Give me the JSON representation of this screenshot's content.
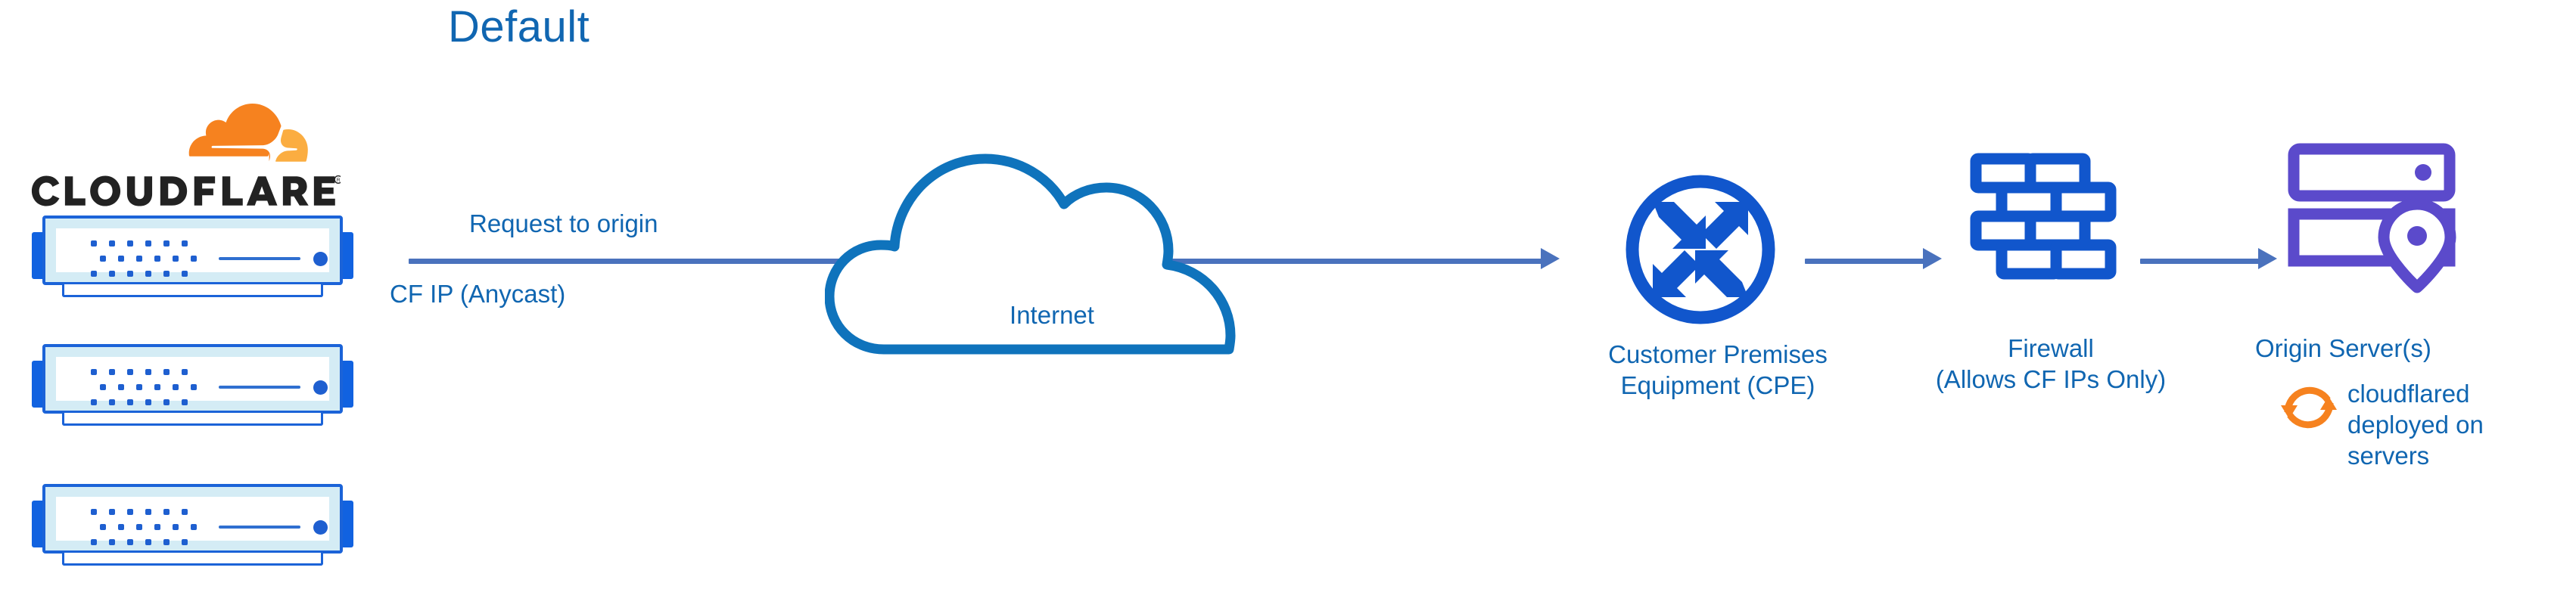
{
  "title": "Default",
  "brand": {
    "logo_name": "cloudflare-logo",
    "wordmark": "CLOUDFLARE",
    "registered_mark": "®",
    "orange": "#F6821F",
    "orange_light": "#FBAD41"
  },
  "colors": {
    "title_blue": "#1066B1",
    "label_blue": "#1066B1",
    "arrow_blue": "#4A72BD",
    "icon_blue": "#1156CC",
    "rack_blue": "#1B63D8",
    "rack_inner": "#D4ECF5",
    "origin_purple": "#5B4ACB",
    "cloudflared_orange": "#F6821F"
  },
  "edge_servers": {
    "name": "cloudflare-edge-servers",
    "count": 3,
    "caption_lines": [
      "CF IP",
      "(Anycast)"
    ]
  },
  "flow": {
    "request_label": "Request to origin",
    "arrows": [
      {
        "name": "edge-to-internet-arrow",
        "from": "cloudflare-edge",
        "to": "customer-premises-equipment"
      },
      {
        "name": "cpe-to-firewall-arrow",
        "from": "customer-premises-equipment",
        "to": "firewall"
      },
      {
        "name": "firewall-to-origin-arrow",
        "from": "firewall",
        "to": "origin-server"
      }
    ]
  },
  "nodes": [
    {
      "id": "internet",
      "icon": "cloud-icon",
      "inner_label": "Internet",
      "label_lines": []
    },
    {
      "id": "cpe",
      "icon": "router-icon",
      "label_lines": [
        "Customer Premises",
        "Equipment (CPE)"
      ]
    },
    {
      "id": "firewall",
      "icon": "brick-wall-icon",
      "label_lines": [
        "Firewall",
        "(Allows CF IPs Only)"
      ]
    },
    {
      "id": "origin",
      "icon": "server-location-icon",
      "label_lines": [
        "Origin Server(s)"
      ],
      "annotation": {
        "icon": "sync-arrows-icon",
        "lines": [
          "cloudflared",
          "deployed on",
          "servers"
        ]
      }
    }
  ]
}
